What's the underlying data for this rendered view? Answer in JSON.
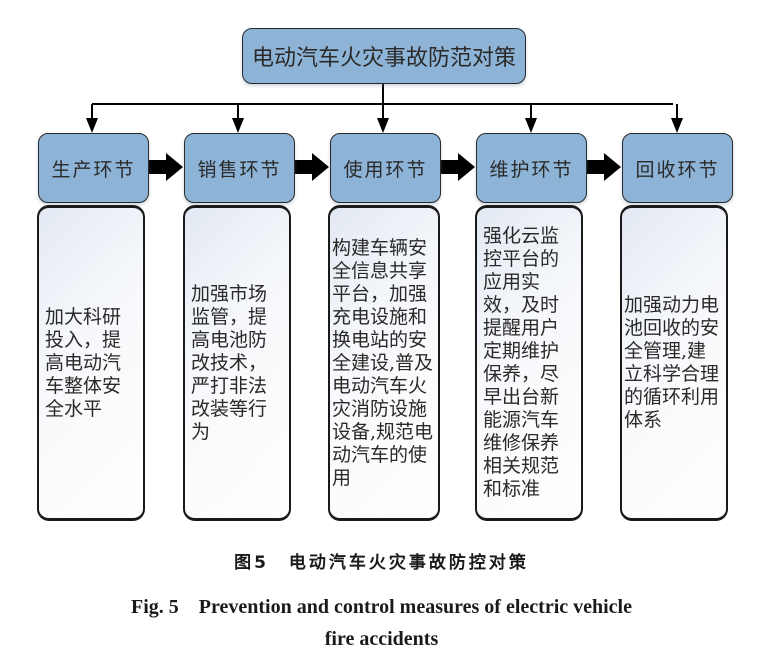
{
  "diagram": {
    "root": {
      "label": "电动汽车火灾事故防范对策"
    },
    "stages": [
      {
        "id": "production",
        "label": "生产环节",
        "detail": "加大科研投入，提高电动汽车整体安全水平"
      },
      {
        "id": "sales",
        "label": "销售环节",
        "detail": "加强市场监管，提高电池防改技术，严打非法改装等行为"
      },
      {
        "id": "usage",
        "label": "使用环节",
        "detail": "构建车辆安全信息共享平台，加强充电设施和换电站的安全建设,普及电动汽车火灾消防设施设备,规范电动汽车的使用"
      },
      {
        "id": "maintenance",
        "label": "维护环节",
        "detail": "强化云监控平台的应用实效，及时提醒用户定期维护保养，尽早出台新能源汽车维修保养相关规范和标准"
      },
      {
        "id": "recycling",
        "label": "回收环节",
        "detail": "加强动力电池回收的安全管理,建立科学合理的循环利用体系"
      }
    ],
    "colors": {
      "stage_fill": "#8db3d6",
      "border": "#1a1a1a"
    }
  },
  "caption": {
    "cn": "图5　电动汽车火灾事故防控对策",
    "en_line1": "Fig. 5　Prevention and control measures of electric vehicle",
    "en_line2": "fire accidents"
  }
}
